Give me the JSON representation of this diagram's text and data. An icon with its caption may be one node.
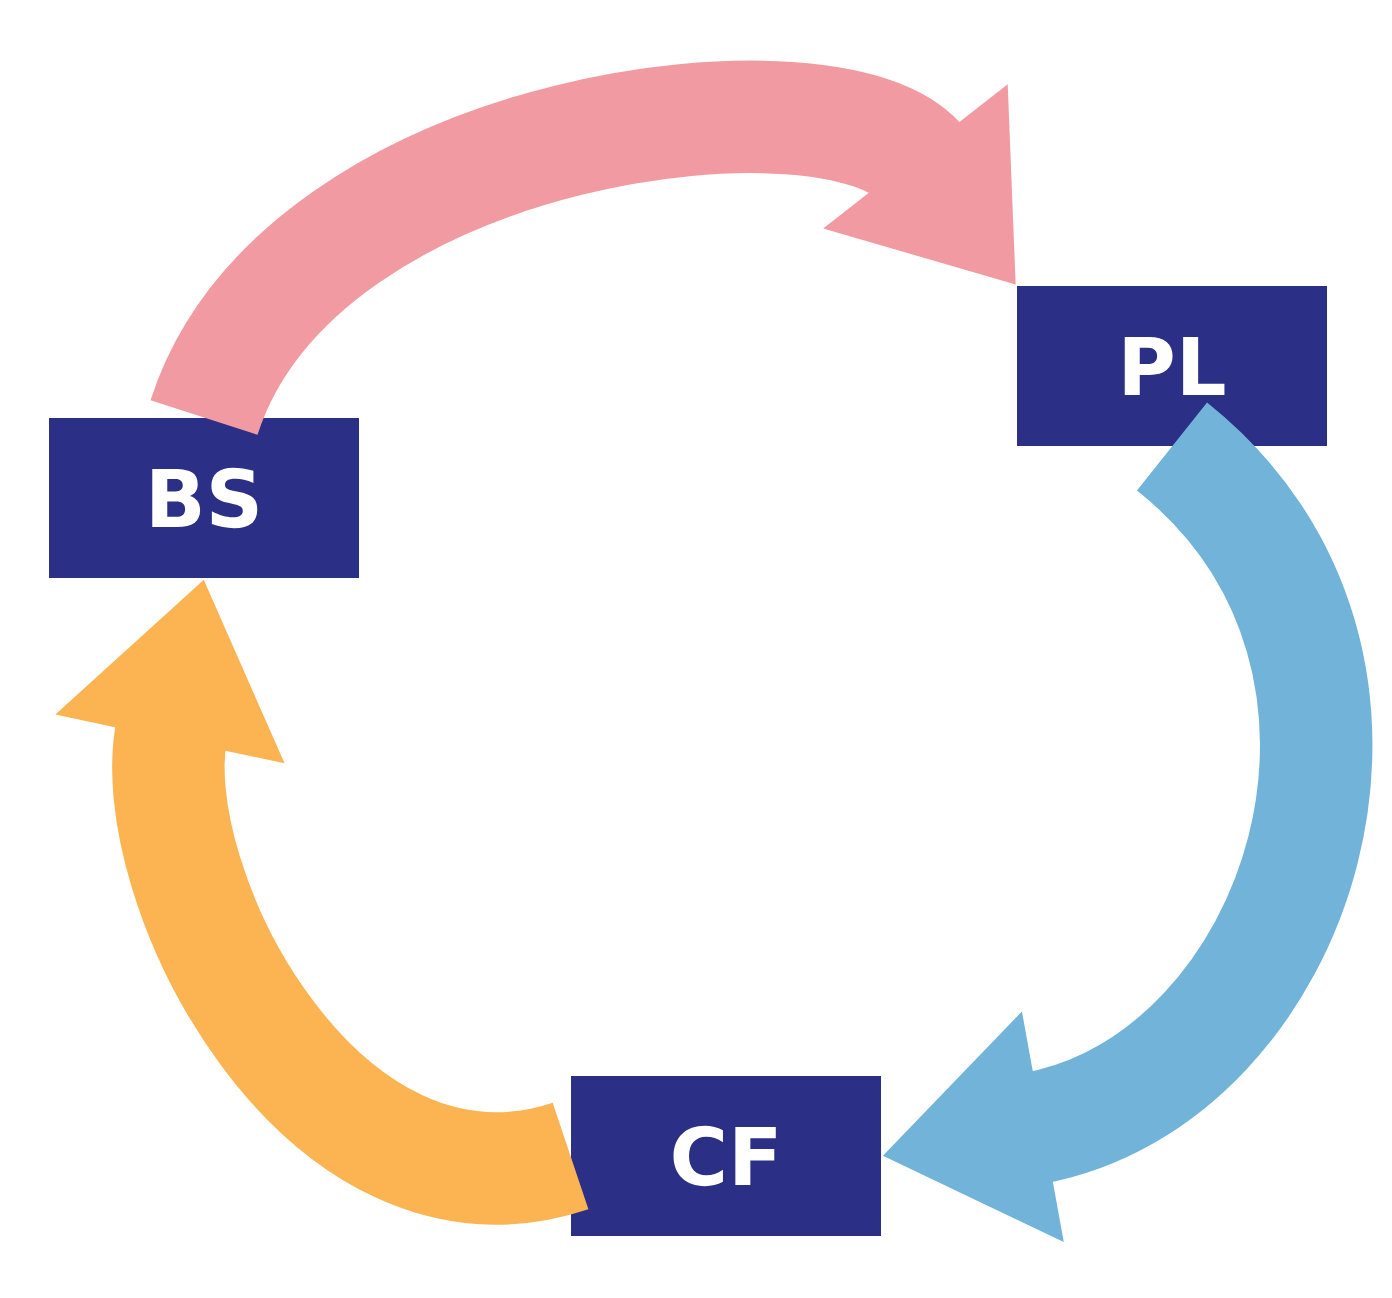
{
  "diagram": {
    "nodes": [
      {
        "text": [
          "BS"
        ]
      },
      {
        "text": [
          "PL"
        ]
      },
      {
        "text": [
          "CF"
        ]
      }
    ],
    "edges": [
      {
        "from": 0,
        "to": 1,
        "arrow": "to",
        "color": "#f29aa2"
      },
      {
        "from": 1,
        "to": 2,
        "arrow": "to",
        "color": "#72b4d9"
      },
      {
        "from": 2,
        "to": 0,
        "arrow": "to",
        "color": "#fbb451"
      }
    ]
  }
}
